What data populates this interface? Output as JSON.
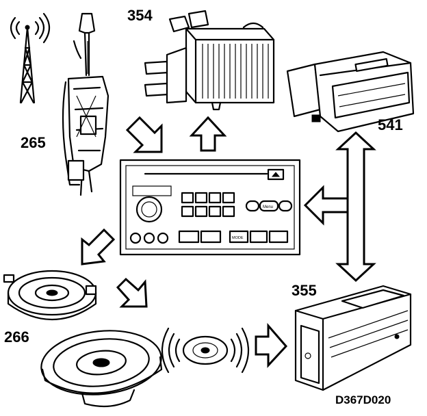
{
  "labels": {
    "antenna": "265",
    "amplifier": "354",
    "display": "541",
    "speakers": "266",
    "cd_changer": "355",
    "drawing_code": "D367D020"
  },
  "radio": {
    "menu_button": "Menu",
    "mode_button": "MODE"
  },
  "colors": {
    "line": "#000000",
    "background": "#ffffff"
  },
  "icons": {
    "antenna": "radio-mast-icon",
    "disc": "compact-disc-icon"
  }
}
